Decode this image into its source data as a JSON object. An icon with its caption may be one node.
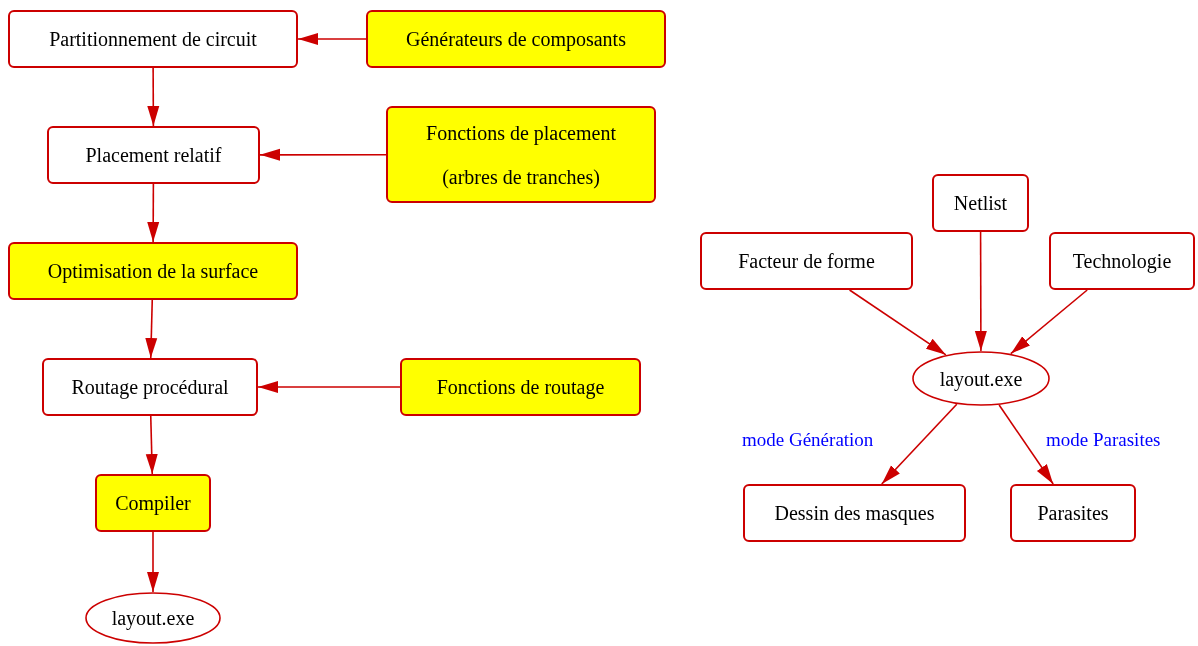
{
  "diagram": {
    "nodes": [
      {
        "text": [
          "Partitionnement de circuit"
        ]
      },
      {
        "text": [
          "Générateurs de composants"
        ]
      },
      {
        "text": [
          "Placement relatif"
        ]
      },
      {
        "text": [
          "Fonctions de placement (arbres de tranches)"
        ]
      },
      {
        "text": [
          "Optimisation de la surface"
        ]
      },
      {
        "text": [
          "Routage procédural"
        ]
      },
      {
        "text": [
          "Fonctions de routage"
        ]
      },
      {
        "text": [
          "Compiler"
        ]
      },
      {
        "text": [
          "layout.exe"
        ]
      },
      {
        "text": [
          "Netlist"
        ]
      },
      {
        "text": [
          "Facteur de forme"
        ]
      },
      {
        "text": [
          "Technologie"
        ]
      },
      {
        "text": [
          "layout.exe"
        ]
      },
      {
        "text": [
          "Dessin des masques"
        ]
      },
      {
        "text": [
          "Parasites"
        ]
      }
    ],
    "edges": [
      {
        "from": 1,
        "to": 0,
        "arrow": "to"
      },
      {
        "from": 0,
        "to": 2,
        "arrow": "to"
      },
      {
        "from": 3,
        "to": 2,
        "arrow": "to"
      },
      {
        "from": 2,
        "to": 4,
        "arrow": "to"
      },
      {
        "from": 4,
        "to": 5,
        "arrow": "to"
      },
      {
        "from": 6,
        "to": 5,
        "arrow": "to"
      },
      {
        "from": 5,
        "to": 7,
        "arrow": "to"
      },
      {
        "from": 7,
        "to": 8,
        "arrow": "to"
      },
      {
        "from": 10,
        "to": 12,
        "arrow": "to"
      },
      {
        "from": 9,
        "to": 12,
        "arrow": "to"
      },
      {
        "from": 11,
        "to": 12,
        "arrow": "to"
      },
      {
        "from": 12,
        "to": 13,
        "label": "mode Génération",
        "arrow": "to"
      },
      {
        "from": 12,
        "to": 14,
        "label": "mode Parasites",
        "arrow": "to"
      }
    ]
  }
}
